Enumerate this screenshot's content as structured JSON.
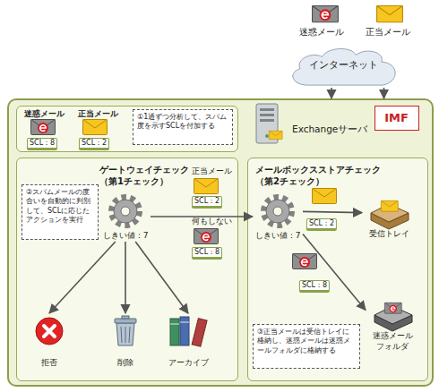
{
  "diagram": {
    "nodes": [
      {
        "text": [
          "インターネット"
        ]
      },
      {
        "text": [
          "Exchangeサーバ"
        ]
      },
      {
        "text": [
          "IMF"
        ],
        "in": 1
      },
      {
        "text": [
          "迷惑メール",
          "正当メール"
        ],
        "in": 1
      },
      {
        "text": [
          "①1通ずつ分析して、スパム度を示すSCLを付加する"
        ],
        "in": 3
      },
      {
        "text": [
          "ゲートウェイチェック （第1チェック）"
        ],
        "in": 1
      },
      {
        "text": [
          "②スパムメールの度合いを自動的に判別して、SCLに応じたアクションを実行"
        ],
        "in": 5
      },
      {
        "text": [
          "しきい値：7"
        ],
        "in": 5
      },
      {
        "text": [
          "拒否"
        ],
        "in": 5
      },
      {
        "text": [
          "削除"
        ],
        "in": 5
      },
      {
        "text": [
          "アーカイブ"
        ],
        "in": 5
      },
      {
        "text": [
          "メールボックスストアチェック （第2チェック）"
        ],
        "in": 1
      },
      {
        "text": [
          "しきい値：7"
        ],
        "in": 11
      },
      {
        "text": [
          "受信トレイ"
        ],
        "in": 11
      },
      {
        "text": [
          "迷惑メールフォルダ"
        ],
        "in": 11
      },
      {
        "text": [
          "③正当メールは受信トレイに格納し、迷惑メールは迷惑メールフォルダに格納する"
        ],
        "in": 11
      }
    ],
    "edges": [
      {
        "from": 0,
        "to": 1,
        "arrow": "to"
      },
      {
        "from": 0,
        "to": 1,
        "arrow": "to"
      },
      {
        "from": 7,
        "to": 12,
        "arrow": "to"
      },
      {
        "from": 7,
        "to": 8,
        "arrow": "to"
      },
      {
        "from": 7,
        "to": 9,
        "arrow": "to"
      },
      {
        "from": 7,
        "to": 10,
        "arrow": "to"
      },
      {
        "from": 12,
        "to": 13,
        "label": "SCL：2",
        "arrow": "to"
      },
      {
        "from": 12,
        "to": 14,
        "label": "SCL：8",
        "arrow": "to"
      }
    ],
    "labels": [
      "迷惑メール",
      "正当メール",
      "SCL：8",
      "SCL：2",
      "正当メール",
      "SCL：2",
      "何もしない",
      "SCL：8"
    ]
  }
}
